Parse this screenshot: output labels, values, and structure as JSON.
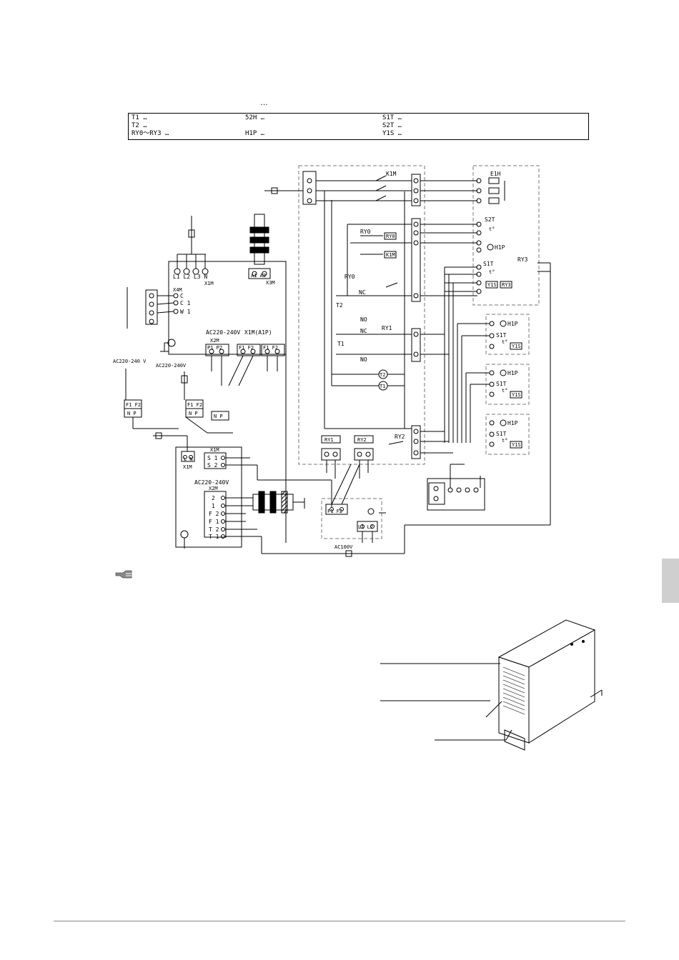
{
  "header": {
    "ellipsis": "…"
  },
  "legend": {
    "c1": [
      "T1 …",
      "T2 …",
      "RY0～RY3 …"
    ],
    "c2": [
      "52H …",
      "",
      "H1P …"
    ],
    "c3": [
      "S1T …",
      "S2T …",
      "Y1S …"
    ]
  },
  "labels": {
    "k1m": "K1M",
    "e1h": "E1H",
    "s2t": "S2T",
    "ry0": "RY0",
    "ry1": "RY1",
    "ry2": "RY2",
    "ry3": "RY3",
    "h1p": "H1P",
    "s1t": "S1T",
    "y1s": "Y1S",
    "t1": "T1",
    "t2": "T2",
    "nc": "NC",
    "no": "NO",
    "x1m": "X1M",
    "x2m": "X2M",
    "x3m": "X3M",
    "x4m": "X4M",
    "x1m_a1p": "X1M(A1P)",
    "l1l2l3n": "L1 L2 L3 N",
    "a1a2": "A1 A2",
    "c": "C",
    "c1": "C 1",
    "w1": "W 1",
    "ac220": "AC220-240V",
    "ac220b": "AC220-240 V",
    "ac100": "AC100V",
    "p1p2": "P1 P2",
    "f1f2": "F1 F2",
    "f1f2b": "F1 F2",
    "f1f2c": "F1 F2",
    "f1f2d": "F1 F2",
    "np": "N P",
    "np2": "N P",
    "np3": "N P",
    "ln": "L N",
    "s1": "S 1",
    "s2": "S 2",
    "x2m_2": "2",
    "x2m_1": "1",
    "x2m_f2": "F 2",
    "x2m_f1": "F 1",
    "x2m_t2": "T 2",
    "x2m_t1": "T 1",
    "f1f2_box": "F1 F2",
    "l1l2_box": "L1 L2",
    "t_deg": "t°"
  },
  "colors": {
    "line": "#000000",
    "dashed": "#777777",
    "tab": "#cfcfcf",
    "rule": "#888888"
  }
}
